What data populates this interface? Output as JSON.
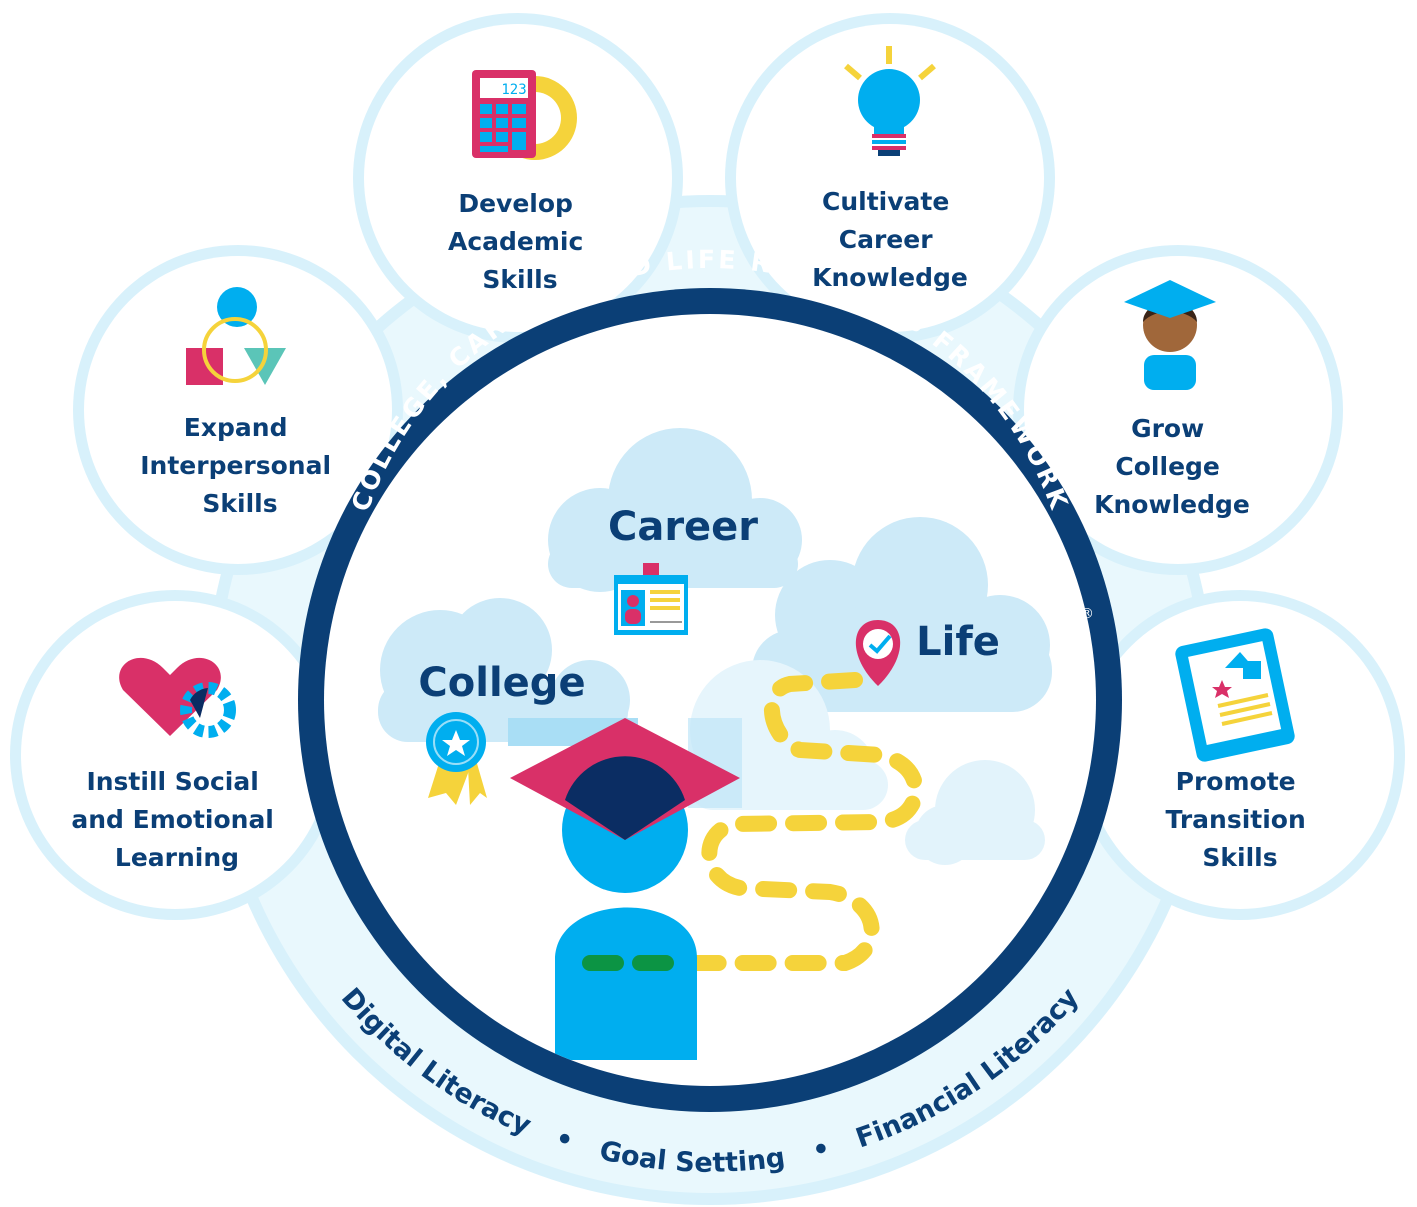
{
  "framework_title": "COLLEGE, CAREER, AND LIFE READINESS FRAMEWORK",
  "registered_mark": "®",
  "pillars": [
    {
      "lines": [
        "Instill Social",
        "and Emotional",
        "Learning"
      ],
      "icon": "heart-gear-icon"
    },
    {
      "lines": [
        "Expand",
        "Interpersonal",
        "Skills"
      ],
      "icon": "shapes-icon"
    },
    {
      "lines": [
        "Develop",
        "Academic",
        "Skills"
      ],
      "icon": "calculator-icon"
    },
    {
      "lines": [
        "Cultivate",
        "Career",
        "Knowledge"
      ],
      "icon": "lightbulb-icon"
    },
    {
      "lines": [
        "Grow",
        "College",
        "Knowledge"
      ],
      "icon": "graduate-icon"
    },
    {
      "lines": [
        "Promote",
        "Transition",
        "Skills"
      ],
      "icon": "tablet-icon"
    }
  ],
  "clouds": {
    "career": "Career",
    "college": "College",
    "life": "Life"
  },
  "calculator_display": "123",
  "bottom_items": [
    "Digital Literacy",
    "Goal Setting",
    "Financial Literacy"
  ],
  "colors": {
    "navy": "#0b3f76",
    "light_blue": "#d8f1fb",
    "cyan": "#00aeef",
    "pink": "#d93068",
    "yellow": "#f5d33b",
    "green": "#0c9444"
  }
}
